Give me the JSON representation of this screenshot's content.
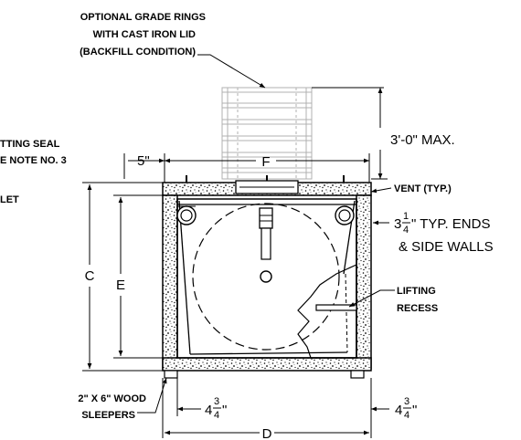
{
  "callouts": {
    "grade_rings_1": "OPTIONAL GRADE RINGS",
    "grade_rings_2": "WITH CAST IRON LID",
    "grade_rings_3": "(BACKFILL CONDITION)",
    "seal_1": "TTING SEAL",
    "seal_2": "E NOTE NO. 3",
    "inlet": "LET",
    "vent": "VENT (TYP.)",
    "lifting_1": "LIFTING",
    "lifting_2": "RECESS",
    "sleepers_1": "2\" X 6\" WOOD",
    "sleepers_2": "SLEEPERS"
  },
  "dimensions": {
    "max_height": "3'-0\" MAX.",
    "offset_5": "5\"",
    "F": "F",
    "C": "C",
    "E": "E",
    "D": "D",
    "wall_whole": "3",
    "wall_num": "1",
    "wall_den": "4",
    "wall_text_1": "\" TYP. ENDS",
    "wall_text_2": "& SIDE WALLS",
    "sleeper_left_whole": "4",
    "sleeper_left_num": "3",
    "sleeper_left_den": "4",
    "sleeper_left_inch": "\"",
    "sleeper_right_whole": "4",
    "sleeper_right_num": "3",
    "sleeper_right_den": "4",
    "sleeper_right_inch": "\""
  }
}
